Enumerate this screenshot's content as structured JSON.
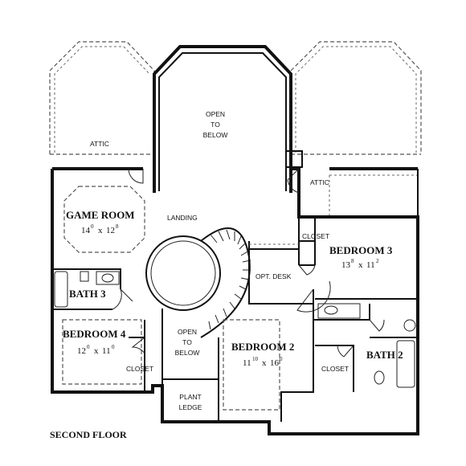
{
  "title": "SECOND FLOOR",
  "rooms": {
    "game_room": {
      "name": "GAME ROOM",
      "dim_a": "14",
      "dim_a_sup": "0",
      "dim_b": "12",
      "dim_b_sup": "8"
    },
    "bedroom3": {
      "name": "BEDROOM 3",
      "dim_a": "13",
      "dim_a_sup": "8",
      "dim_b": "11",
      "dim_b_sup": "2"
    },
    "bedroom4": {
      "name": "BEDROOM 4",
      "dim_a": "12",
      "dim_a_sup": "0",
      "dim_b": "11",
      "dim_b_sup": "0"
    },
    "bedroom2": {
      "name": "BEDROOM 2",
      "dim_a": "11",
      "dim_a_sup": "10",
      "dim_b": "16",
      "dim_b_sup": "0"
    },
    "bath3": {
      "name": "BATH 3"
    },
    "bath2": {
      "name": "BATH 2"
    }
  },
  "labels": {
    "attic_left": "ATTIC",
    "attic_right": "ATTIC",
    "open_below_top": [
      "OPEN",
      "TO",
      "BELOW"
    ],
    "open_below_mid": [
      "OPEN",
      "TO",
      "BELOW"
    ],
    "landing": "LANDING",
    "closet_b3": "CLOSET",
    "opt_desk": "OPT. DESK",
    "closet_b4": "CLOSET",
    "closet_b2": "CLOSET",
    "plant_ledge": [
      "PLANT",
      "LEDGE"
    ]
  }
}
